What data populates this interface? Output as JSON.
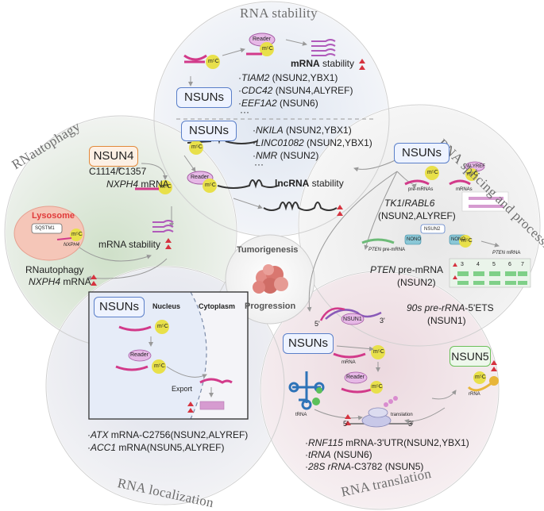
{
  "sections": {
    "stability": "RNA stability",
    "autophagy": "RNautophagy",
    "splicing": "RNA splicing and processing",
    "localization": "RNA localization",
    "translation": "RNA translation"
  },
  "center": {
    "line1": "Tumorigenesis",
    "line2": "Progression"
  },
  "labels": {
    "m5c": "m⁵C",
    "reader": "Reader",
    "nsuns": "NSUNs",
    "nsun4": "NSUN4",
    "nsun5": "NSUN5",
    "nsun1": "NSUN1",
    "nsun2": "NSUN2",
    "nono": "NONO",
    "aly": "ALYREF",
    "premrnas": "pre-mRNAs",
    "mrnas": "mRNAs",
    "mrna": "mRNA",
    "trna": "tRNA",
    "rrna": "rRNA",
    "translation": "translation",
    "five": "5'",
    "three": "3'",
    "ellipsis": "···",
    "ellipsis2": "···"
  },
  "stability": {
    "mrna_bold": "mRNA",
    "mrna_rest": " stability",
    "items": [
      {
        "gene": "TIAM2",
        "rest": " (NSUN2,YBX1)"
      },
      {
        "gene": "CDC42",
        "rest": " (NSUN4,ALYREF)"
      },
      {
        "gene": "EEF1A2",
        "rest": " (NSUN6)"
      }
    ],
    "lnc_items": [
      {
        "gene": "NKILA",
        "rest": " (NSUN2,YBX1)"
      },
      {
        "gene": "LINC01082",
        "rest": " (NSUN2,YBX1)"
      },
      {
        "gene": "NMR",
        "rest": " (NSUN2)"
      }
    ],
    "lnc_bold": "lncRNA",
    "lnc_rest": " stability"
  },
  "autophagy": {
    "site": "C1114/C1357",
    "nxph4_gene": "NXPH4",
    "nxph4_rest": " mRNA",
    "lysosome": "Lysosome",
    "sqstm1": "SQSTM1",
    "nxph4_small": "NXPH4",
    "stability": "mRNA stability",
    "rnautophagy": "RNautophagy",
    "bottom_gene": "NXPH4",
    "bottom_rest": " mRNA"
  },
  "splicing": {
    "tk1": "TK1",
    "rabl6": "RABL6",
    "tk1_rest": "(NSUN2,ALYREF)",
    "pten_pre": "pre-mRNA",
    "pten_gene_small": "PTEN",
    "pten_mrna_small": "PTEN",
    "pten_mrna_label": "mRNA",
    "pten_gene": "PTEN",
    "pten_rest": " pre-mRNA",
    "pten_nsun": "(NSUN2)",
    "exons": [
      "3",
      "4",
      "5",
      "6",
      "7"
    ],
    "ets_gene": "90s pre-rRNA",
    "ets_rest": "-5'ETS",
    "ets_nsun": "(NSUN1)"
  },
  "localization": {
    "nucleus": "Nucleus",
    "cytoplasm": "Cytoplasm",
    "export": "Export",
    "items": [
      {
        "gene": "ATX",
        "rest": " mRNA-C2756(NSUN2,ALYREF)"
      },
      {
        "gene": "ACC1",
        "rest": " mRNA(NSUN5,ALYREF)"
      }
    ]
  },
  "translation": {
    "items": [
      {
        "gene": "RNF115",
        "rest": " mRNA-3'UTR(NSUN2,YBX1)"
      },
      {
        "gene": "tRNA",
        "rest": " (NSUN6)"
      },
      {
        "gene": "28S rRNA",
        "rest": "-C3782 (NSUN5)"
      }
    ]
  },
  "colors": {
    "stability_bg": "#e6ebf3",
    "autophagy_bg": "#e6ece3",
    "splicing_bg": "#eeeeee",
    "localization_bg": "#e9eaf1",
    "translation_bg": "#f2e9ec",
    "m5c": "#e8e04a",
    "rna": "#d23a8a",
    "nsun_border": "#5a7fc9",
    "nsun4_border": "#e2893b",
    "nsun5_border": "#6cc05a",
    "up_arrow": "#d6333f"
  }
}
